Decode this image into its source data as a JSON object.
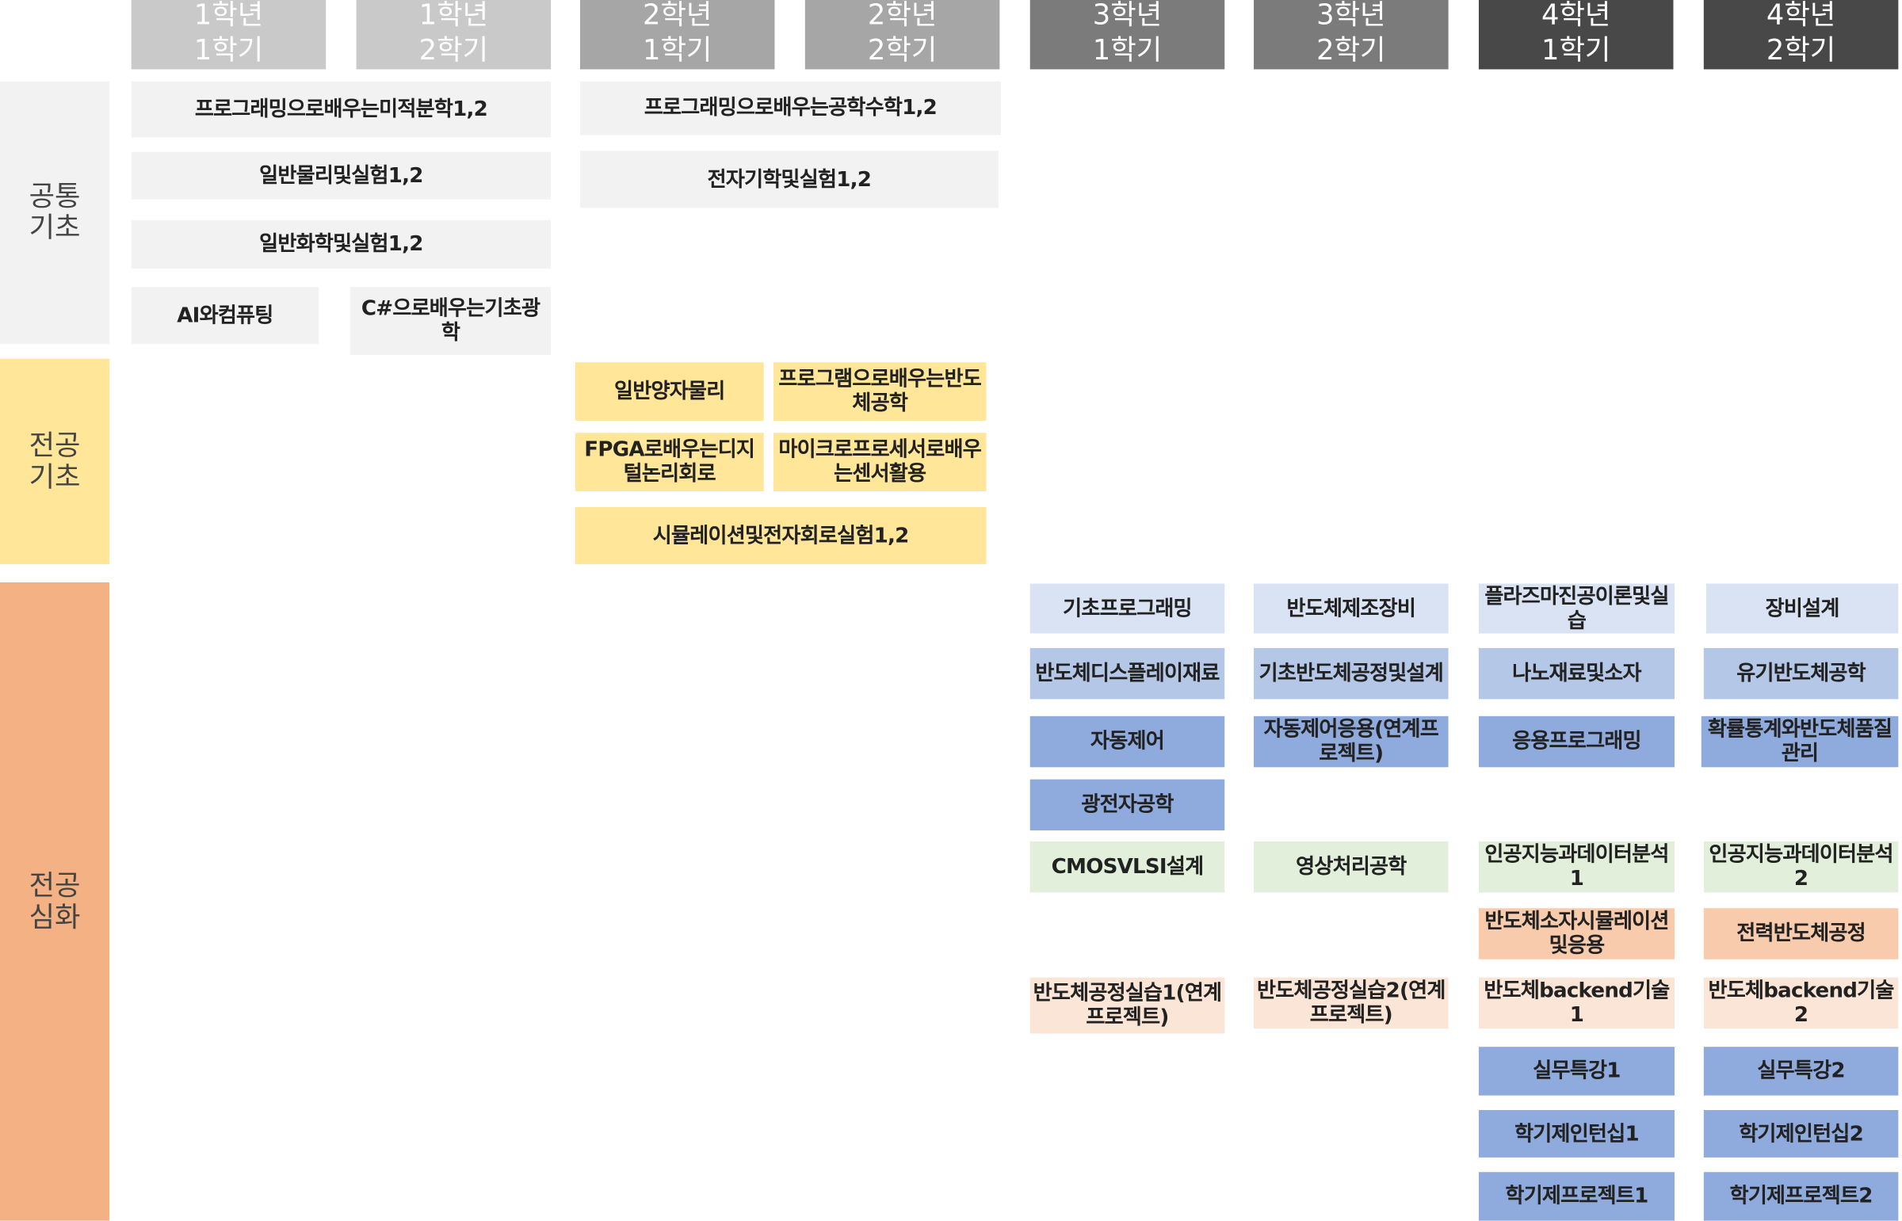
{
  "headers": [
    {
      "year": "1학년",
      "term": "1학기"
    },
    {
      "year": "1학년",
      "term": "2학기"
    },
    {
      "year": "2학년",
      "term": "1학기"
    },
    {
      "year": "2학년",
      "term": "2학기"
    },
    {
      "year": "3학년",
      "term": "1학기"
    },
    {
      "year": "3학년",
      "term": "2학기"
    },
    {
      "year": "4학년",
      "term": "1학기"
    },
    {
      "year": "4학년",
      "term": "2학기"
    }
  ],
  "categories": [
    {
      "line1": "공통",
      "line2": "기초",
      "color": "#f2f2f2"
    },
    {
      "line1": "전공",
      "line2": "기초",
      "color": "#ffe699"
    },
    {
      "line1": "전공",
      "line2": "심화",
      "color": "#f4b183"
    }
  ],
  "courses": {
    "c1": "프로그래밍으로배우는미적분학1,2",
    "c2": "일반물리및실험1,2",
    "c3": "일반화학및실험1,2",
    "c4": "AI와컴퓨팅",
    "c5": "C#으로배우는기초광학",
    "c6": "프로그래밍으로배우는공학수학1,2",
    "c7": "전자기학및실험1,2",
    "m1": "일반양자물리",
    "m2": "프로그램으로배우는반도체공학",
    "m3": "FPGA로배우는디지털논리회로",
    "m4": "마이크로프로세서로배우는센서활용",
    "m5": "시뮬레이션및전자회로실험1,2",
    "a1": "기초프로그래밍",
    "a2": "반도체디스플레이재료",
    "a3": "자동제어",
    "a4": "광전자공학",
    "a5": "CMOSVLSI설계",
    "a6": "반도체공정실습1(연계프로젝트)",
    "b1": "반도체제조장비",
    "b2": "기초반도체공정및설계",
    "b3": "자동제어응용(연계프로젝트)",
    "b4": "영상처리공학",
    "b5": "반도체공정실습2(연계프로젝트)",
    "d1": "플라즈마진공이론및실습",
    "d2": "나노재료및소자",
    "d3": "응용프로그래밍",
    "d4": "인공지능과데이터분석1",
    "d5": "반도체소자시뮬레이션및응용",
    "d6": "반도체backend기술1",
    "d7": "실무특강1",
    "d8": "학기제인턴십1",
    "d9": "학기제프로젝트1",
    "e1": "장비설계",
    "e2": "유기반도체공학",
    "e3": "확률통계와반도체품질관리",
    "e4": "인공지능과데이터분석2",
    "e5": "전력반도체공정",
    "e6": "반도체backend기술2",
    "e7": "실무특강2",
    "e8": "학기제인턴십2",
    "e9": "학기제프로젝트2"
  }
}
